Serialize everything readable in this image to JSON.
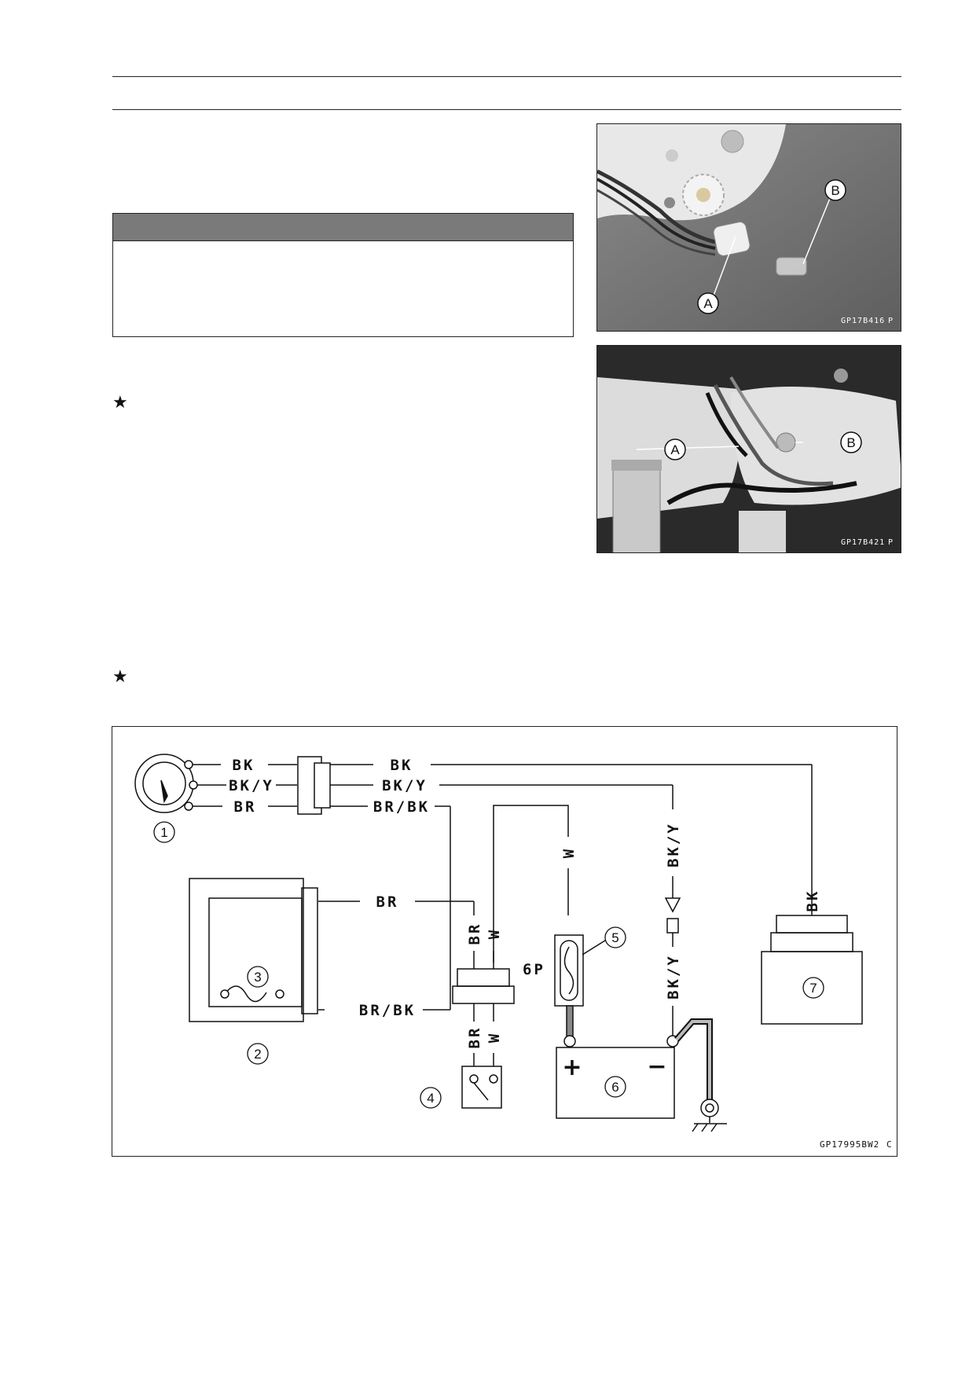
{
  "page": {
    "bullet_symbol": "★"
  },
  "photo_top": {
    "code": "GP17B416",
    "suffix": "P",
    "callouts": [
      "A",
      "B"
    ]
  },
  "photo_bottom": {
    "code": "GP17B421",
    "suffix": "P",
    "callouts": [
      "A",
      "B"
    ]
  },
  "diagram": {
    "code": "GP17995BW2",
    "suffix": "C",
    "connector_label": "6P",
    "component_numbers": [
      "1",
      "2",
      "3",
      "4",
      "5",
      "6",
      "7"
    ],
    "wire_labels": {
      "bk_left": "BK",
      "bky_left": "BK/Y",
      "br_left": "BR",
      "bk_right": "BK",
      "bky_right": "BK/Y",
      "brbk_right": "BR/BK",
      "w_vertical": "W",
      "bky_vertical_top": "BK/Y",
      "bk_vertical": "BK",
      "br_meter": "BR",
      "brbk_meter": "BR/BK",
      "br_conn_top": "BR",
      "w_conn_top": "W",
      "br_conn_bottom": "BR",
      "w_conn_bottom": "W",
      "bky_vertical_bottom": "BK/Y"
    },
    "battery_plus": "+",
    "battery_minus": "−"
  }
}
